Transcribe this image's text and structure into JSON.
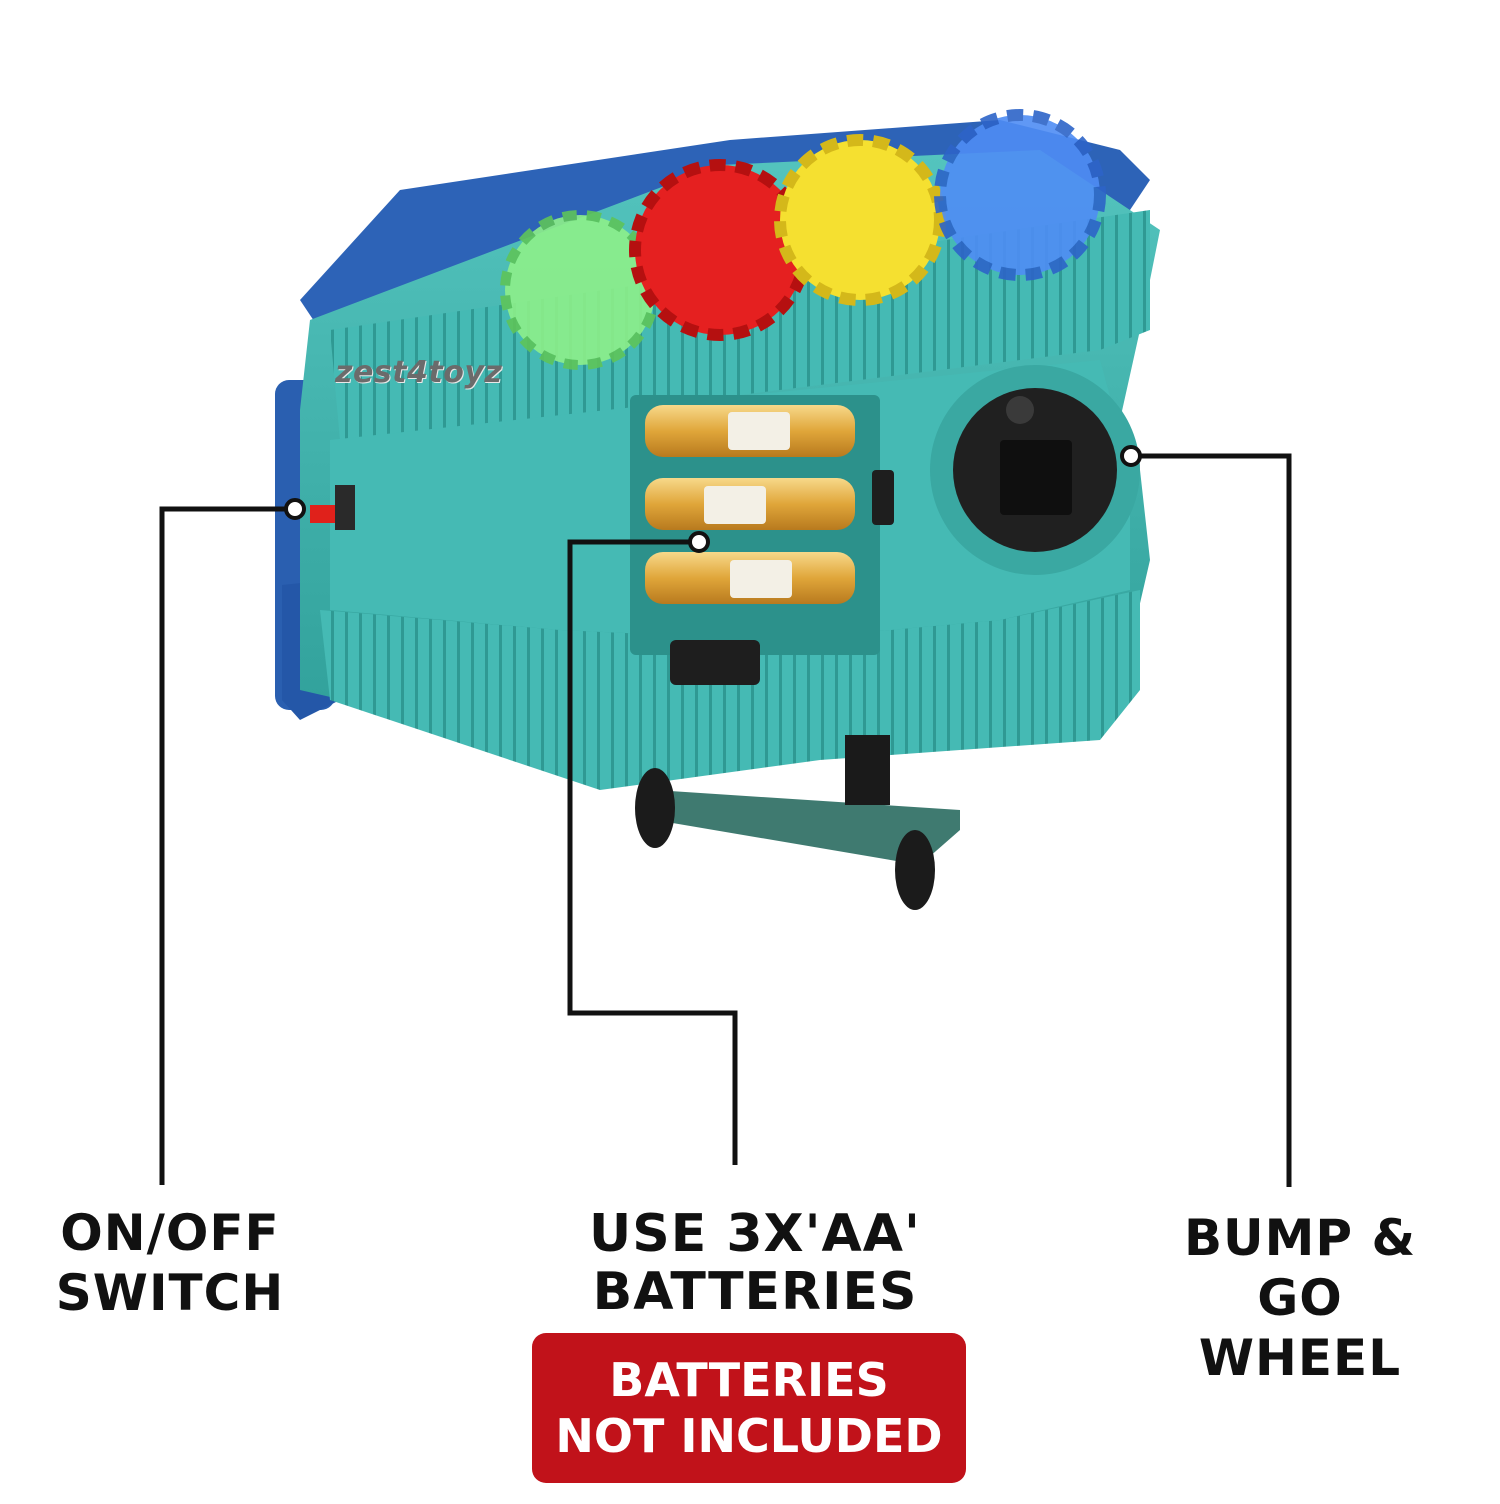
{
  "brand_watermark": "zest4toyz",
  "callouts": {
    "switch": {
      "line1": "ON/OFF",
      "line2": "SWITCH"
    },
    "batteries": {
      "line1": "USE 3X'AA'",
      "line2": "BATTERIES"
    },
    "wheel": {
      "line1": "BUMP & GO",
      "line2": "WHEEL"
    }
  },
  "badge": {
    "line1": "BATTERIES",
    "line2": "NOT INCLUDED"
  },
  "colors": {
    "badge_red": "#c1121a",
    "body_teal": "#3bb3ad",
    "trim_blue": "#2d63b7",
    "leader_line": "#111111"
  }
}
